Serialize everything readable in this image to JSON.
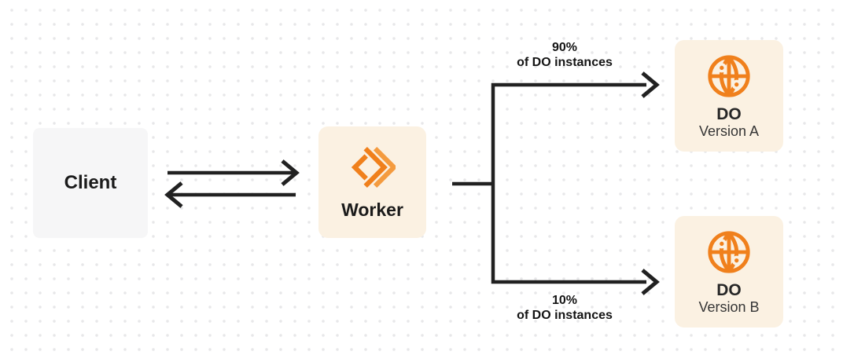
{
  "nodes": {
    "client": {
      "label": "Client"
    },
    "worker": {
      "label": "Worker",
      "icon": "code-chevrons-icon"
    },
    "do_version_a": {
      "title": "DO",
      "subtitle": "Version A",
      "icon": "globe-icon"
    },
    "do_version_b": {
      "title": "DO",
      "subtitle": "Version B",
      "icon": "globe-icon"
    }
  },
  "branches": {
    "top": {
      "percent": "90%",
      "caption": "of DO instances"
    },
    "bottom": {
      "percent": "10%",
      "caption": "of DO instances"
    }
  },
  "colors": {
    "accent_orange": "#F0801C",
    "panel_cream": "#FBF1E2",
    "panel_gray": "#F6F6F7",
    "connector_dark": "#212121",
    "dot_grid": "#E7E7E9"
  }
}
